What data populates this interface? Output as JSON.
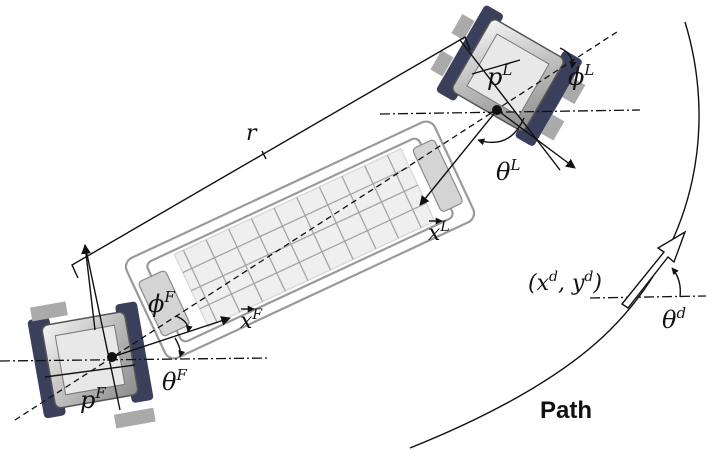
{
  "labels": {
    "r": "r",
    "p_leader": "p",
    "p_leader_sup": "L",
    "phi_leader": "ϕ",
    "phi_leader_sup": "L",
    "theta_leader": "θ",
    "theta_leader_sup": "L",
    "x_leader": "x",
    "x_leader_sup": "L",
    "phi_follower": "ϕ",
    "phi_follower_sup": "F",
    "x_follower": "x",
    "x_follower_sup": "F",
    "theta_follower": "θ",
    "theta_follower_sup": "F",
    "p_follower": "p",
    "p_follower_sup": "F",
    "desired_point_open": "(x",
    "desired_point_d1": "d",
    "desired_point_mid": ", y",
    "desired_point_d2": "d",
    "desired_point_close": ")",
    "theta_desired": "θ",
    "theta_desired_sup": "d",
    "path": "Path"
  },
  "icons": {
    "leader_robot": "mobile-robot-icon",
    "follower_robot": "mobile-robot-icon",
    "cart": "shopping-cart-icon"
  }
}
